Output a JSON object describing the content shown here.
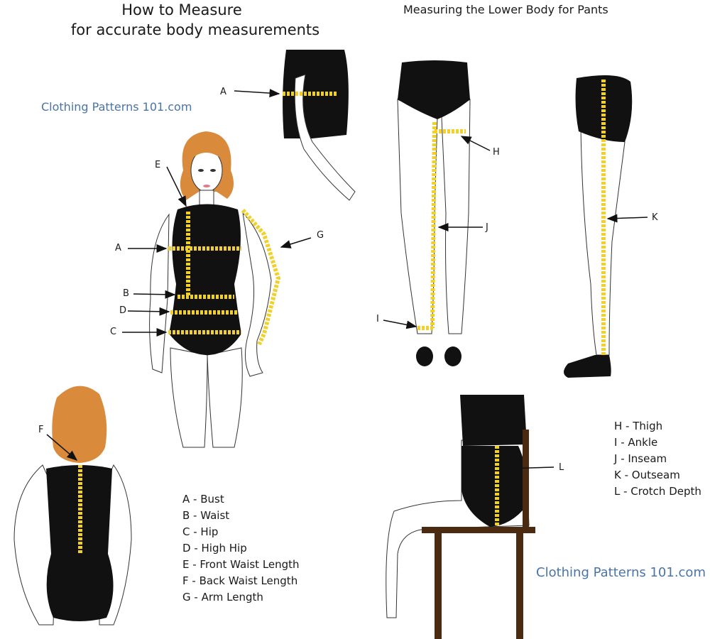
{
  "header": {
    "title_line1": "How to Measure",
    "title_line2": "for accurate body measurements",
    "lower_title": "Measuring the Lower Body for Pants"
  },
  "brand": {
    "text_top": "Clothing Patterns 101.com",
    "text_bottom": "Clothing Patterns 101.com",
    "color": "#4a74a6"
  },
  "labels": {
    "A": "A",
    "B": "B",
    "C": "C",
    "D": "D",
    "E": "E",
    "F": "F",
    "G": "G",
    "H": "H",
    "I": "I",
    "J": "J",
    "K": "K",
    "L": "L"
  },
  "legend_upper": [
    "A - Bust",
    "B - Waist",
    "C - Hip",
    "D - High Hip",
    "E - Front Waist Length",
    "F - Back Waist Length",
    "G - Arm Length"
  ],
  "legend_lower": [
    "H - Thigh",
    "I - Ankle",
    "J - Inseam",
    "K - Outseam",
    "L - Crotch Depth"
  ],
  "colors": {
    "tape": "#f2d02a",
    "garment": "#111111",
    "hair": "#d98a3a",
    "chair": "#4a2a10",
    "outline": "#333333"
  }
}
